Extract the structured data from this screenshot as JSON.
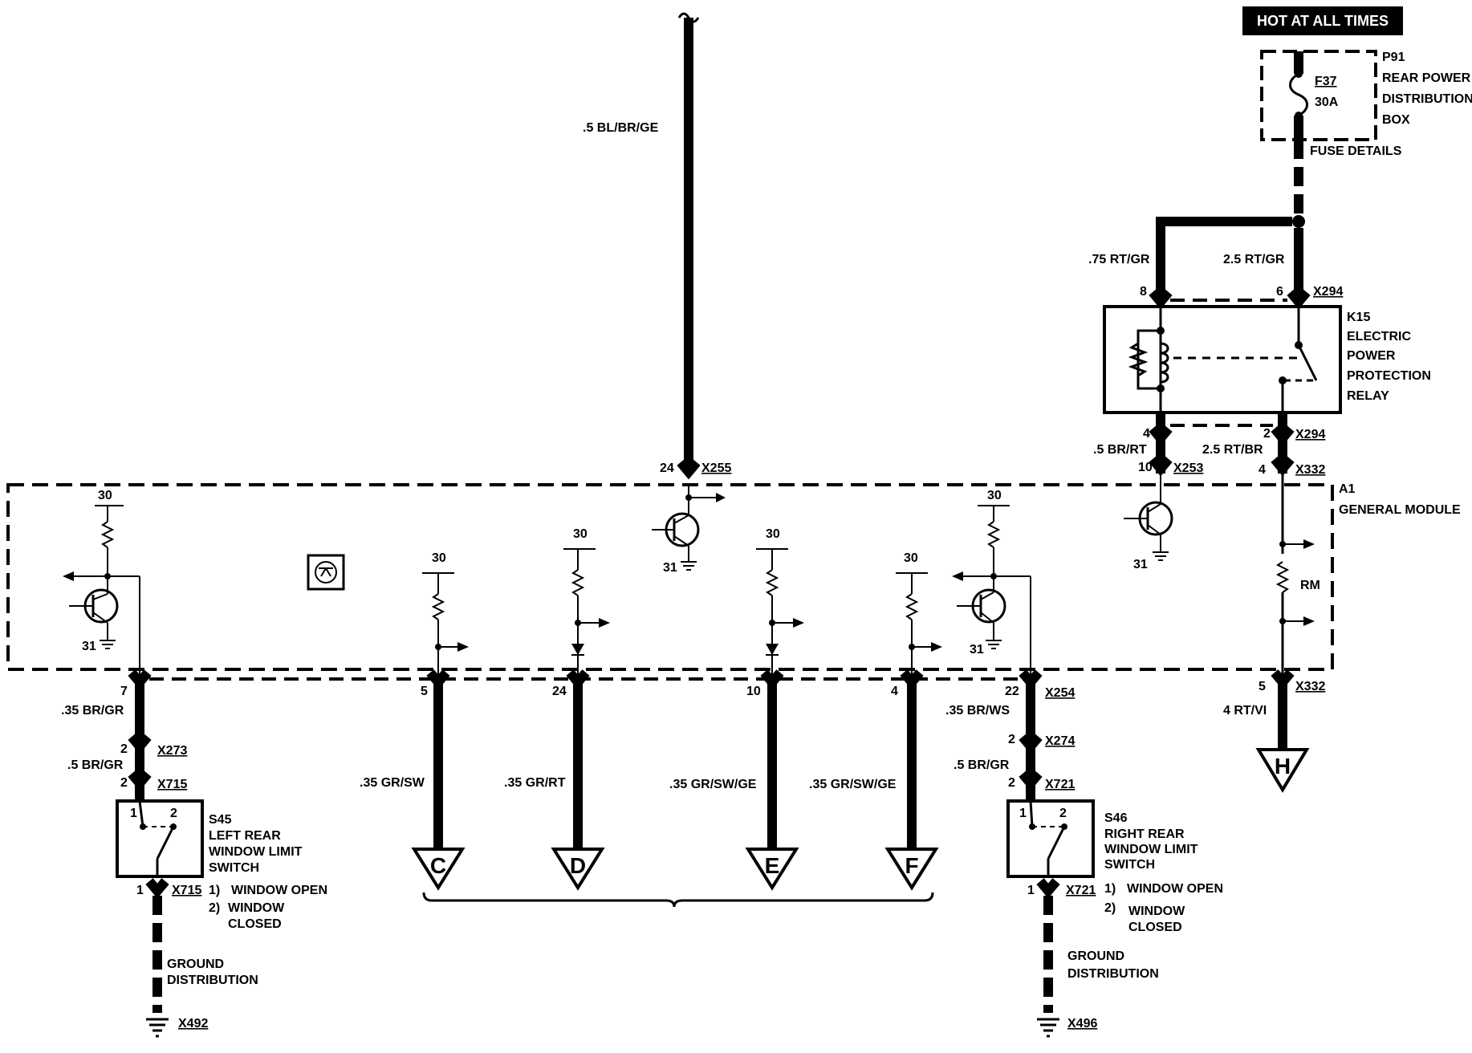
{
  "header": {
    "hot_label": "HOT AT ALL TIMES"
  },
  "fuse_box": {
    "id": "P91",
    "fuse_id": "F37",
    "fuse_rating": "30A",
    "name_lines": [
      "REAR POWER",
      "DISTRIBUTION",
      "BOX"
    ],
    "details": "FUSE DETAILS"
  },
  "relay": {
    "id": "K15",
    "name_lines": [
      "ELECTRIC",
      "POWER",
      "PROTECTION",
      "RELAY"
    ],
    "connector_top": "X294",
    "connector_bottom": "X294",
    "pin_top_left": "8",
    "pin_top_right": "6",
    "pin_bottom_left": "4",
    "pin_bottom_right": "2"
  },
  "module": {
    "id": "A1",
    "name": "GENERAL MODULE",
    "rm_label": "RM"
  },
  "wires": {
    "top_feed": ".5 BL/BR/GE",
    "relay_in_left": ".75 RT/GR",
    "relay_in_right": "2.5 RT/GR",
    "relay_out_left": ".5 BR/RT",
    "relay_out_right": "2.5 RT/BR",
    "w_left_module": ".35 BR/GR",
    "w_left_switch": ".5 BR/GR",
    "w_c": ".35 GR/SW",
    "w_d": ".35 GR/RT",
    "w_e": ".35 GR/SW/GE",
    "w_f": ".35 GR/SW/GE",
    "w_right_module": ".35 BR/WS",
    "w_right_switch": ".5 BR/GR",
    "w_h": "4 RT/VI"
  },
  "connectors": {
    "x255": "X255",
    "x253": "X253",
    "x332_top": "X332",
    "x332_bottom": "X332",
    "x254": "X254",
    "x273": "X273",
    "x715_top": "X715",
    "x715_bottom": "X715",
    "x274": "X274",
    "x721_top": "X721",
    "x721_bottom": "X721",
    "x492": "X492",
    "x496": "X496"
  },
  "pins": {
    "p24_top": "24",
    "p10_relay": "10",
    "p4_rm": "4",
    "p5_rm": "5",
    "p7": "7",
    "p5_c": "5",
    "p24_d": "24",
    "p10_e": "10",
    "p4_f": "4",
    "p22": "22",
    "p2_x273": "2",
    "p2_x715": "2",
    "p1_x715": "1",
    "p2_x274": "2",
    "p2_x721": "2",
    "p1_x721": "1",
    "v30": "30",
    "v31": "31",
    "sw_pin1": "1",
    "sw_pin2": "2"
  },
  "ground_letters": [
    "C",
    "D",
    "E",
    "F",
    "H"
  ],
  "left_switch": {
    "id": "S45",
    "name_lines": [
      "LEFT REAR",
      "WINDOW LIMIT",
      "SWITCH"
    ],
    "legend": [
      {
        "num": "1)",
        "text": "WINDOW OPEN"
      },
      {
        "num": "2)",
        "text": "WINDOW"
      },
      {
        "num": "",
        "text": "CLOSED"
      }
    ],
    "ground_lines": [
      "GROUND",
      "DISTRIBUTION"
    ]
  },
  "right_switch": {
    "id": "S46",
    "name_lines": [
      "RIGHT REAR",
      "WINDOW LIMIT",
      "SWITCH"
    ],
    "legend": [
      {
        "num": "1)",
        "text": "WINDOW OPEN"
      },
      {
        "num": "2)",
        "text": "WINDOW"
      },
      {
        "num": "",
        "text": "CLOSED"
      }
    ],
    "ground_lines": [
      "GROUND",
      "DISTRIBUTION"
    ]
  }
}
